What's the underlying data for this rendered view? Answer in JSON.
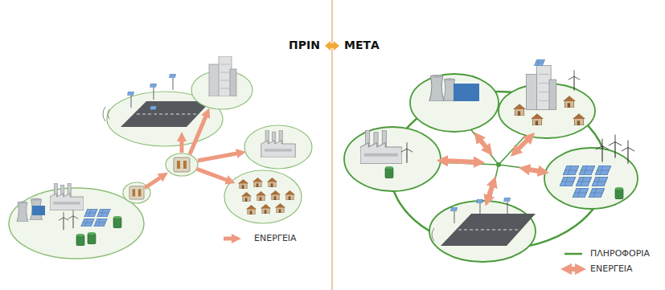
{
  "diagram": {
    "labels": [
      "ΠΡΙΝ",
      "ΜΕΤΑ"
    ],
    "legend": [
      {
        "text": "ΕΝΕΡΓΕΙΑ"
      },
      {
        "text": "ΠΛΗΡΟΦΟΡΙΑ"
      },
      {
        "text": "ΕΝΕΡΓΕΙΑ"
      }
    ]
  }
}
